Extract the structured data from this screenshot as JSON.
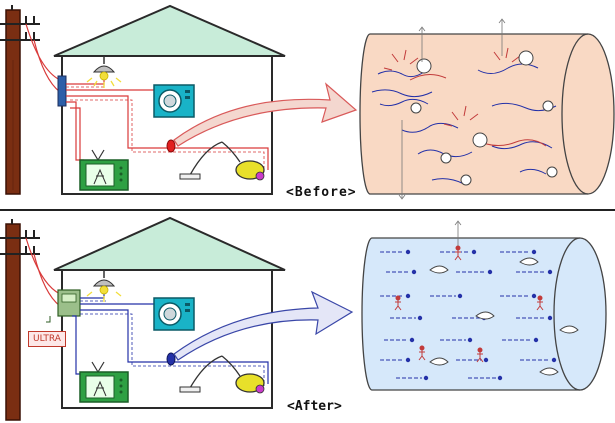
{
  "captions": {
    "before": "<Before>",
    "after": "<After>"
  },
  "labels": {
    "device": "ULTRA"
  },
  "colors": {
    "pole": "#7a2e12",
    "roof": "#c8ecd9",
    "wire_before": "#d93a3a",
    "wire_after": "#2431a8",
    "water_before": "#f9d9c4",
    "water_after": "#d6e8fa",
    "tv": "#2ea043",
    "washer": "#19b3c7",
    "lamp": "#f2de3b",
    "vacuum": "#e8e02a"
  },
  "icons": {
    "pole": "utility-pole-icon",
    "house": "house-icon",
    "lamp": "ceiling-lamp-icon",
    "washer": "washing-machine-icon",
    "tv": "television-icon",
    "vacuum": "vacuum-cleaner-icon",
    "pipe": "pipe-cross-section-icon",
    "arrow": "curved-arrow-icon",
    "device": "ultra-device-icon"
  }
}
